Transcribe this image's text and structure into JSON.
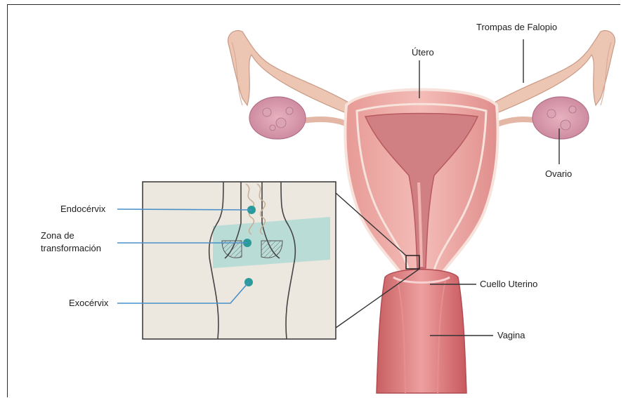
{
  "labels": {
    "trompas": "Trompas de Falopio",
    "utero": "Útero",
    "ovario": "Ovario",
    "endocervix": "Endocérvix",
    "zona_line1": "Zona de",
    "zona_line2": "transformación",
    "exocervix": "Exocérvix",
    "cuello": "Cuello Uterino",
    "vagina": "Vagina"
  },
  "colors": {
    "tissue_light": "#f2b8b4",
    "tissue_mid": "#e7928f",
    "tissue_dark": "#c4605e",
    "cavity": "#d27a7c",
    "tube": "#e9c2b0",
    "ovary": "#d99cae",
    "inset_bg": "#ece8e0",
    "transformation_zone": "#a8d8d4",
    "marker": "#2a9a9a",
    "leader_blue": "#4a90c8",
    "leader_dark": "#333333"
  },
  "icons": {
    "marker": "teal-dot-icon"
  }
}
